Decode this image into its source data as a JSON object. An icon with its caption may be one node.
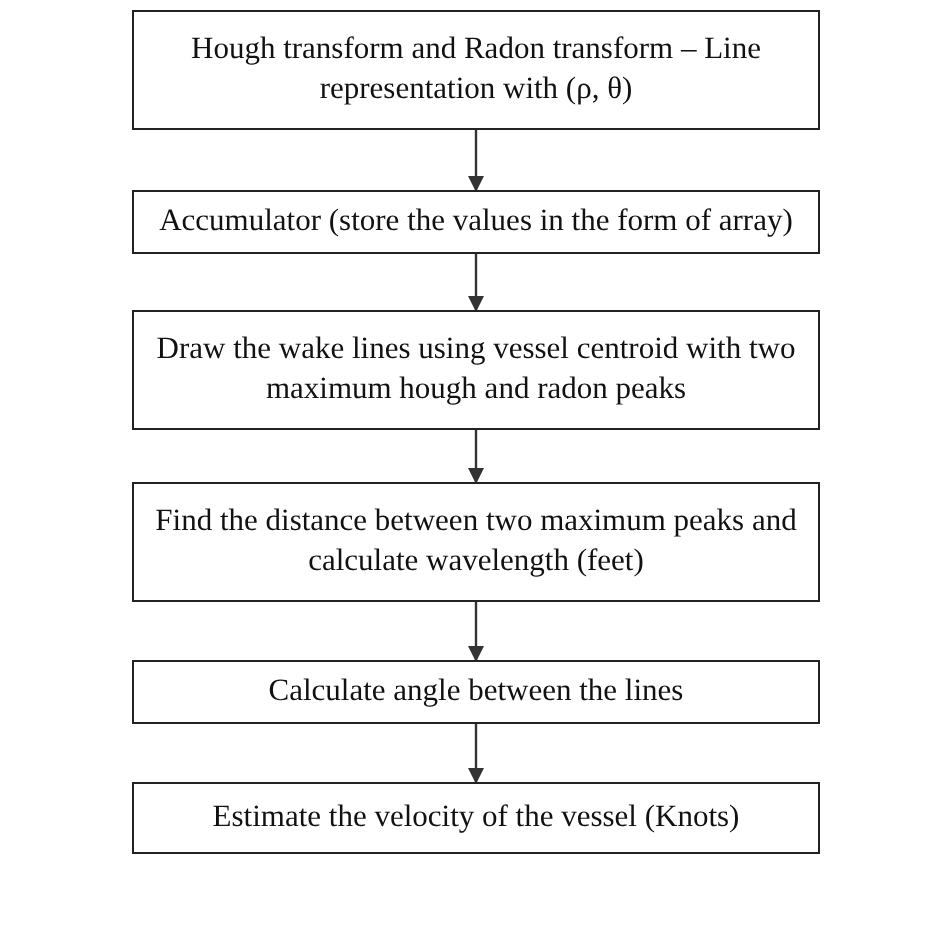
{
  "diagram": {
    "nodes": [
      {
        "text": [
          "Hough transform and Radon transform – Line representation with (ρ, θ)"
        ]
      },
      {
        "text": [
          "Accumulator (store the values in the form of array)"
        ]
      },
      {
        "text": [
          "Draw the wake lines using vessel centroid with two maximum hough and radon peaks"
        ]
      },
      {
        "text": [
          "Find the distance between two maximum peaks and calculate wavelength (feet)"
        ]
      },
      {
        "text": [
          "Calculate angle between the lines"
        ]
      },
      {
        "text": [
          "Estimate the velocity of the vessel (Knots)"
        ]
      }
    ],
    "edges": [
      {
        "from": 0,
        "to": 1,
        "arrow": "to"
      },
      {
        "from": 1,
        "to": 2,
        "arrow": "to"
      },
      {
        "from": 2,
        "to": 3,
        "arrow": "to"
      },
      {
        "from": 3,
        "to": 4,
        "arrow": "to"
      },
      {
        "from": 4,
        "to": 5,
        "arrow": "to"
      }
    ]
  }
}
